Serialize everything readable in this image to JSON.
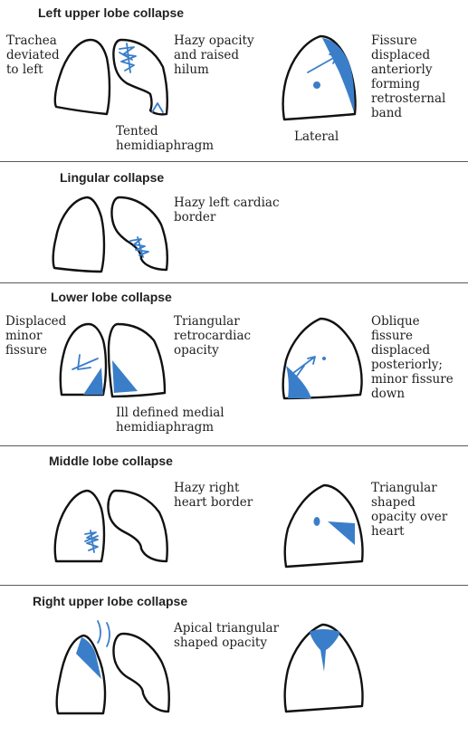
{
  "colors": {
    "opacity_blue": "#3a7ec9",
    "outline": "#111111",
    "divider": "#5a5a5a"
  },
  "sections": [
    {
      "title": "Left upper lobe collapse",
      "labels": {
        "trachea": "Trachea\ndeviated\nto left",
        "hilum": "Hazy opacity\nand raised\nhilum",
        "diaphragm": "Tented\nhemidiaphragm",
        "lateral": "Lateral",
        "fissure": "Fissure\ndisplaced\nanteriorly\nforming\nretrosternal\nband"
      }
    },
    {
      "title": "Lingular collapse",
      "labels": {
        "cardiac": "Hazy left cardiac\nborder"
      }
    },
    {
      "title": "Lower lobe collapse",
      "labels": {
        "minor": "Displaced\nminor\nfissure",
        "retrocardiac": "Triangular\nretrocardiac\nopacity",
        "medial": "Ill defined medial\nhemidiaphragm",
        "oblique": "Oblique\nfissure\ndisplaced\nposteriorly;\nminor fissure\ndown"
      }
    },
    {
      "title": "Middle lobe collapse",
      "labels": {
        "heart": "Hazy right\nheart border",
        "triangular": "Triangular\nshaped\nopacity over\nheart"
      }
    },
    {
      "title": "Right upper lobe collapse",
      "labels": {
        "apical": "Apical triangular\nshaped opacity"
      }
    }
  ]
}
